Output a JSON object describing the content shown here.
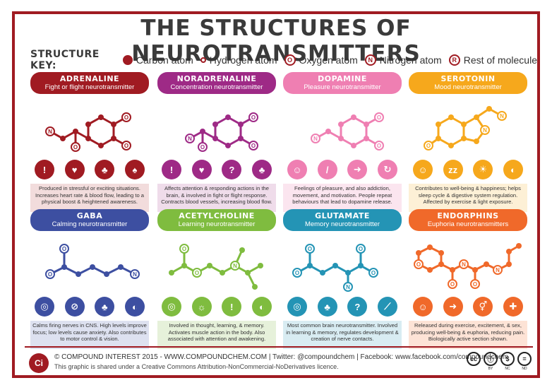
{
  "title": "THE STRUCTURES OF NEUROTRANSMITTERS",
  "key": {
    "label": "STRUCTURE KEY:",
    "carbon": "Carbon atom",
    "hydrogen": "Hydrogen atom",
    "oxygen": "Oxygen atom",
    "nitrogen": "Nitrogen atom",
    "rest": "Rest of molecule",
    "oxygen_letter": "O",
    "nitrogen_letter": "N",
    "rest_letter": "R"
  },
  "panels": [
    {
      "name": "ADRENALINE",
      "subtitle": "Fight or flight neurotransmitter",
      "color": "#a01b22",
      "desc_bg": "#f2dcdc",
      "icons": [
        "!",
        "♥",
        "♣",
        "♠"
      ],
      "description": "Produced in stressful or exciting situations. Increases heart rate & blood flow, leading to a physical boost & heightened awareness."
    },
    {
      "name": "NORADRENALINE",
      "subtitle": "Concentration neurotransmitter",
      "color": "#9e2a86",
      "desc_bg": "#efdcea",
      "icons": [
        "!",
        "♥",
        "?",
        "♣"
      ],
      "description": "Affects attention & responding actions in the brain, & involved in fight or flight response. Contracts blood vessels, increasing blood flow."
    },
    {
      "name": "DOPAMINE",
      "subtitle": "Pleasure neurotransmitter",
      "color": "#ef7fb2",
      "desc_bg": "#fbe5ef",
      "icons": [
        "☺",
        "/",
        "➜",
        "↻"
      ],
      "description": "Feelings of pleasure, and also addiction, movement, and motivation. People repeat behaviours that lead to dopamine release."
    },
    {
      "name": "SEROTONIN",
      "subtitle": "Mood neurotransmitter",
      "color": "#f6a81c",
      "desc_bg": "#fdf0d6",
      "icons": [
        "☺",
        "zz",
        "☀",
        "◐"
      ],
      "description": "Contributes to well-being & happiness; helps sleep cycle & digestive system regulation. Affected by exercise & light exposure."
    },
    {
      "name": "GABA",
      "subtitle": "Calming neurotransmitter",
      "color": "#3d4fa1",
      "desc_bg": "#dde1f0",
      "icons": [
        "◎",
        "⊘",
        "♣",
        "◐"
      ],
      "description": "Calms firing nerves in CNS. High levels improve focus; low levels cause anxiety. Also contributes to motor control & vision."
    },
    {
      "name": "ACETYLCHOLINE",
      "subtitle": "Learning neurotransmitter",
      "color": "#7fbc3f",
      "desc_bg": "#e6f1da",
      "icons": [
        "◎",
        "☼",
        "!",
        "◐"
      ],
      "description": "Involved in thought, learning, & memory. Activates muscle action in the body. Also associated with attention and awakening."
    },
    {
      "name": "GLUTAMATE",
      "subtitle": "Memory neurotransmitter",
      "color": "#2494b5",
      "desc_bg": "#d8ecf2",
      "icons": [
        "◎",
        "♣",
        "?",
        "⟋"
      ],
      "description": "Most common brain neurotransmitter. Involved in learning & memory, regulates development & creation of nerve contacts."
    },
    {
      "name": "ENDORPHINS",
      "subtitle": "Euphoria neurotransmitters",
      "color": "#f0692a",
      "desc_bg": "#fde3d6",
      "icons": [
        "☺",
        "➜",
        "⚥",
        "✚"
      ],
      "description": "Released during exercise, excitement, & sex, producing well-being & euphoria, reducing pain. Biologically active section shown."
    }
  ],
  "footer": {
    "logo": "Ci",
    "line1": "© COMPOUND INTEREST 2015 - WWW.COMPOUNDCHEM.COM | Twitter: @compoundchem | Facebook: www.facebook.com/compoundchem",
    "line2": "This graphic is shared under a Creative Commons Attribution-NonCommercial-NoDerivatives licence.",
    "cc_badges": [
      {
        "symbol": "cc",
        "label": ""
      },
      {
        "symbol": "ⓘ",
        "label": "BY"
      },
      {
        "symbol": "$",
        "label": "NC"
      },
      {
        "symbol": "=",
        "label": "ND"
      }
    ]
  }
}
